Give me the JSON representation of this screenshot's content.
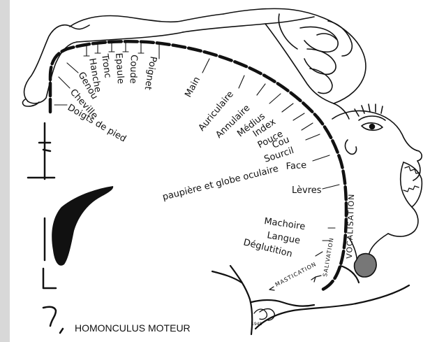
{
  "caption": "HOMONCULUS MOTEUR",
  "signature_year": "1948",
  "labels": {
    "orteils": "Doigts de pied",
    "cheville": "Cheville",
    "genou": "Genou",
    "hanche": "Hanche",
    "tronc": "Tronc",
    "epaule": "Epaule",
    "coude": "Coude",
    "poignet": "Poignet",
    "main": "Main",
    "auriculaire": "Auriculaire",
    "annulaire": "Annulaire",
    "medius": "Médius",
    "index": "Index",
    "pouce": "Pouce",
    "cou": "Cou",
    "sourcil": "Sourcil",
    "paupiere": "paupière et globe oculaire",
    "face": "Face",
    "levres": "Lèvres",
    "vocalisation": "VOCALISATION",
    "machoire": "Machoire",
    "langue": "Langue",
    "deglutition": "Déglutition",
    "salivation": "SALIVATION",
    "mastication": "MASTICATION"
  }
}
